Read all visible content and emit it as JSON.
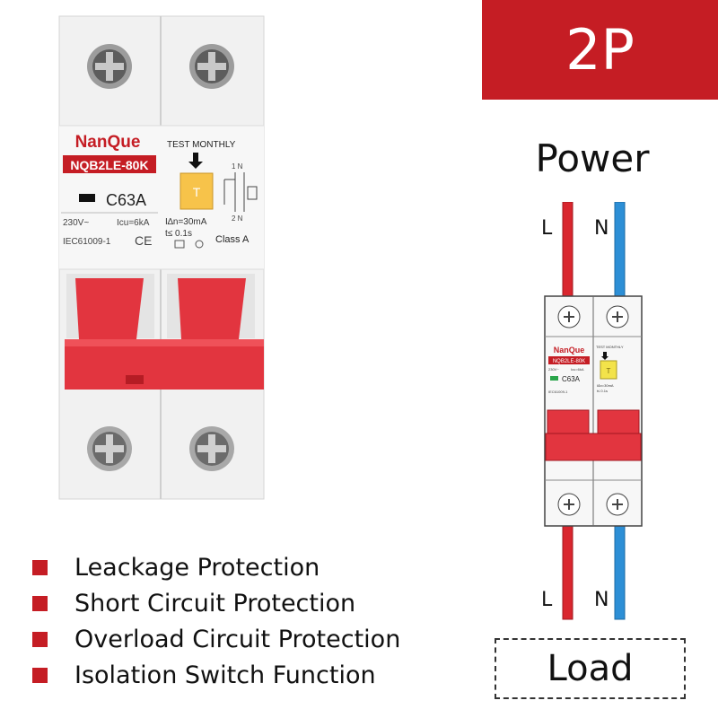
{
  "badge": {
    "label": "2P"
  },
  "product": {
    "brand": "NanQue",
    "model": "NQB2LE-80K",
    "rating": "C63A",
    "voltage": "230V~",
    "icu": "Icu=6kA",
    "standard": "IEC61009-1",
    "ce_mark": "CE",
    "test_label": "TEST MONTHLY",
    "test_button": "T",
    "residual_current": "I∆n=30mA",
    "trip_time": "t≤ 0.1s",
    "class": "Class A",
    "terminal_top": "1 N",
    "terminal_bottom": "2 N"
  },
  "diagram": {
    "power_label": "Power",
    "load_label": "Load",
    "top_left_wire": "L",
    "top_right_wire": "N",
    "bottom_left_wire": "L",
    "bottom_right_wire": "N",
    "mini_brand": "NanQue",
    "mini_model": "NQB2LE-80K",
    "mini_rating": "C63A",
    "mini_test": "TEST MONTHLY",
    "mini_standard": "IEC61009-1",
    "mini_voltage": "230V~",
    "mini_icu": "Icu=6kA",
    "mini_residual": "I∆n=30mA",
    "mini_time": "t≤ 0.1s",
    "wire_colors": {
      "live": "#d9262e",
      "neutral": "#2d8fd6"
    }
  },
  "features": [
    "Leackage Protection",
    "Short Circuit Protection",
    "Overload Circuit Protection",
    "Isolation Switch Function"
  ],
  "colors": {
    "accent": "#c51d24",
    "handle": "#e2353f",
    "test_button": "#f7c34a"
  }
}
